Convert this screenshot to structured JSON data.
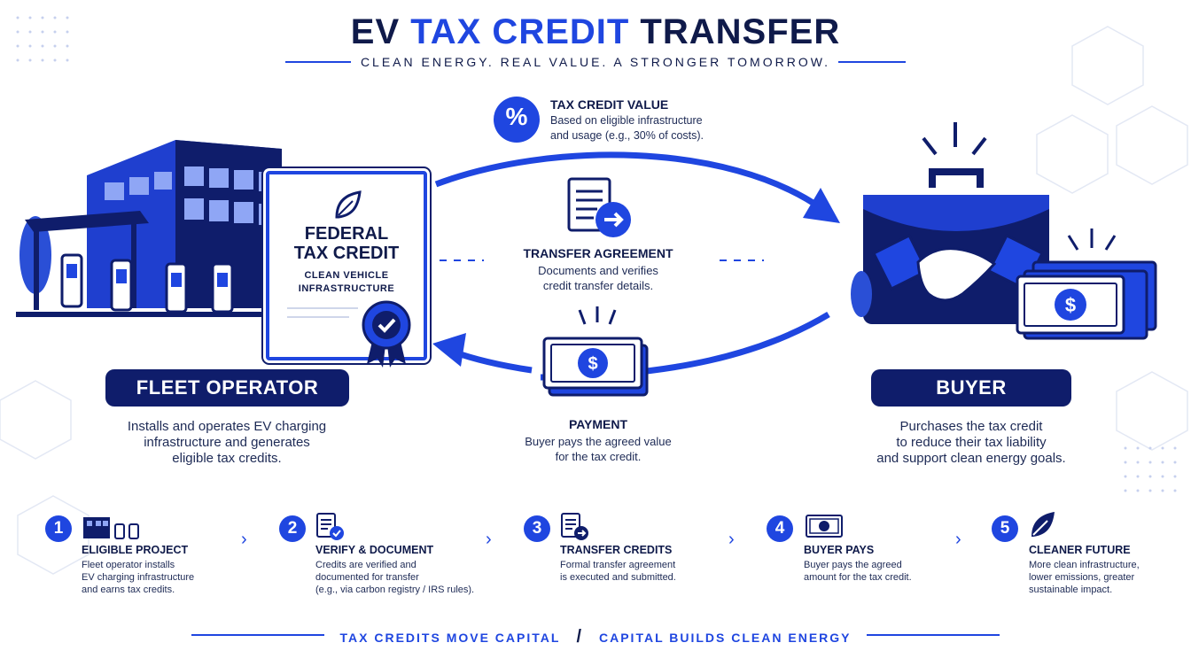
{
  "header": {
    "title_part1": "EV ",
    "title_part2": "TAX CREDIT",
    "title_part3": " TRANSFER",
    "subtitle": "CLEAN ENERGY. REAL VALUE. A STRONGER TOMORROW."
  },
  "certificate": {
    "line1": "FEDERAL",
    "line2": "TAX CREDIT",
    "line3": "CLEAN VEHICLE",
    "line4": "INFRASTRUCTURE"
  },
  "tax_value": {
    "symbol": "%",
    "title": "TAX CREDIT VALUE",
    "desc_line1": "Based on eligible infrastructure",
    "desc_line2": "and usage (e.g., 30% of costs)."
  },
  "transfer": {
    "title": "TRANSFER AGREEMENT",
    "desc_line1": "Documents and verifies",
    "desc_line2": "credit transfer details."
  },
  "payment": {
    "title": "PAYMENT",
    "desc_line1": "Buyer pays the agreed value",
    "desc_line2": "for the tax credit."
  },
  "fleet": {
    "label": "FLEET OPERATOR",
    "desc_line1": "Installs and operates EV charging",
    "desc_line2": "infrastructure and generates",
    "desc_line3": "eligible tax credits."
  },
  "buyer": {
    "label": "BUYER",
    "desc_line1": "Purchases the tax credit",
    "desc_line2": "to reduce their tax liability",
    "desc_line3": "and support clean energy goals."
  },
  "steps": [
    {
      "num": "1",
      "title": "ELIGIBLE PROJECT",
      "l1": "Fleet operator installs",
      "l2": "EV charging infrastructure",
      "l3": "and earns tax credits."
    },
    {
      "num": "2",
      "title": "VERIFY & DOCUMENT",
      "l1": "Credits are verified and",
      "l2": "documented for transfer",
      "l3": "(e.g., via carbon registry / IRS rules)."
    },
    {
      "num": "3",
      "title": "TRANSFER CREDITS",
      "l1": "Formal transfer agreement",
      "l2": "is executed and submitted.",
      "l3": ""
    },
    {
      "num": "4",
      "title": "BUYER PAYS",
      "l1": "Buyer pays the agreed",
      "l2": "amount for the tax credit.",
      "l3": ""
    },
    {
      "num": "5",
      "title": "CLEANER FUTURE",
      "l1": "More clean infrastructure,",
      "l2": "lower emissions, greater",
      "l3": "sustainable impact."
    }
  ],
  "footer": {
    "left": "TAX CREDITS MOVE CAPITAL",
    "sep": "/",
    "right": "CAPITAL BUILDS CLEAN ENERGY"
  },
  "colors": {
    "navy": "#0f1a4a",
    "accent": "#1f46e0",
    "pill": "#0f1d6b"
  }
}
